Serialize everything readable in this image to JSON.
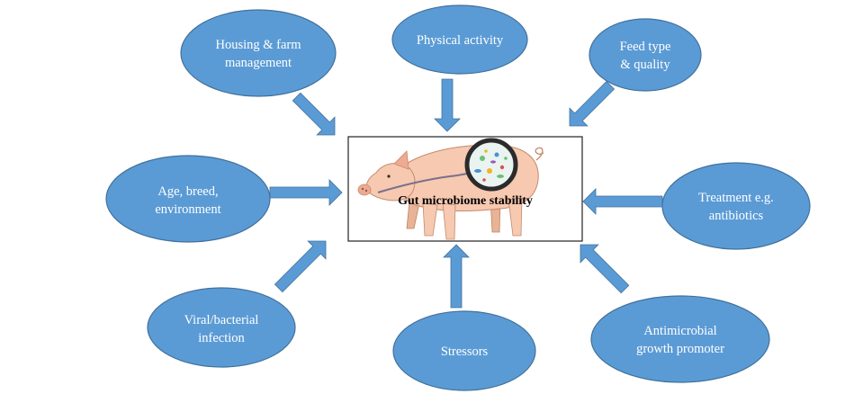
{
  "diagram": {
    "center_label": "Gut microbiome stability",
    "center_image": "pig-with-gut-microbiome-icon",
    "colors": {
      "node_fill": "#5b9bd5",
      "node_stroke": "#41719c",
      "node_text": "#ffffff",
      "pig_body": "#f6c9b0"
    },
    "nodes": [
      {
        "id": "housing",
        "lines": [
          "Housing & farm",
          "management"
        ]
      },
      {
        "id": "physical",
        "lines": [
          "Physical activity"
        ]
      },
      {
        "id": "feed",
        "lines": [
          "Feed type",
          "& quality"
        ]
      },
      {
        "id": "age",
        "lines": [
          "Age, breed,",
          "environment"
        ]
      },
      {
        "id": "treatment",
        "lines": [
          "Treatment e.g.",
          "antibiotics"
        ]
      },
      {
        "id": "viral",
        "lines": [
          "Viral/bacterial",
          "infection"
        ]
      },
      {
        "id": "stressors",
        "lines": [
          "Stressors"
        ]
      },
      {
        "id": "antimicrobial",
        "lines": [
          "Antimicrobial",
          "growth promoter"
        ]
      }
    ]
  }
}
